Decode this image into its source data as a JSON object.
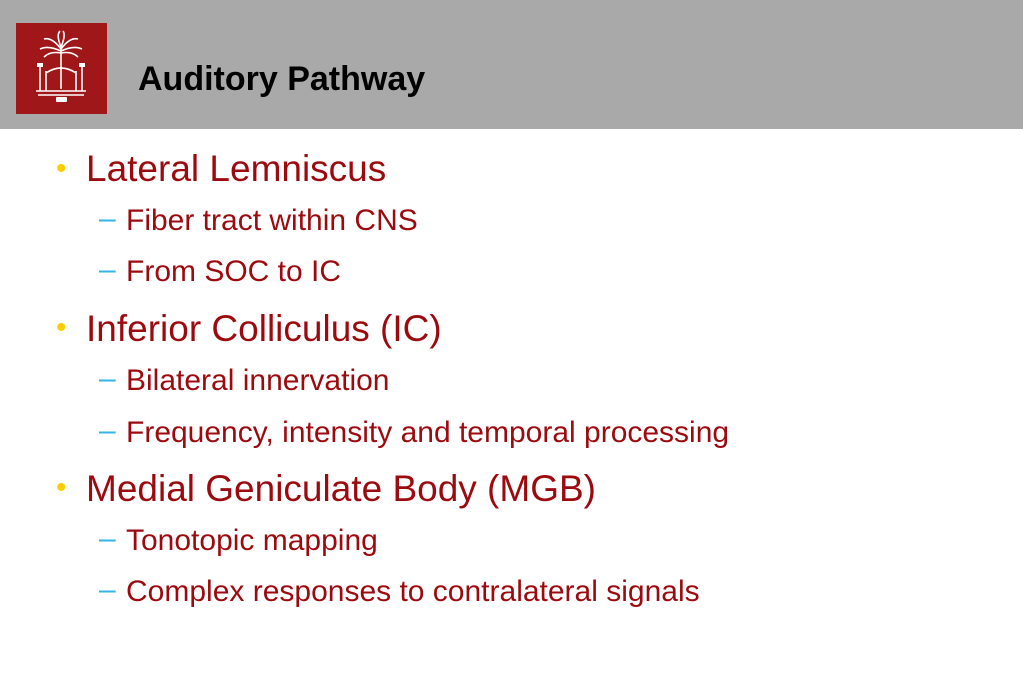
{
  "slide": {
    "title": "Auditory Pathway",
    "logo_icon": "university-seal-palmetto-icon",
    "colors": {
      "header_band": "#a9a9a9",
      "logo_bg": "#a0171a",
      "text_primary": "#9c0a0f",
      "bullet_level1": "#ffcc00",
      "bullet_level2": "#33b5e5"
    },
    "bullets": [
      {
        "text": "Lateral Lemniscus",
        "sub": [
          "Fiber tract within CNS",
          "From SOC to IC"
        ]
      },
      {
        "text": "Inferior Colliculus (IC)",
        "sub": [
          "Bilateral innervation",
          "Frequency, intensity and temporal processing"
        ]
      },
      {
        "text": "Medial Geniculate Body (MGB)",
        "sub": [
          "Tonotopic mapping",
          "Complex responses to contralateral signals"
        ]
      }
    ],
    "bullet_glyph": "•",
    "dash_glyph": "–"
  }
}
